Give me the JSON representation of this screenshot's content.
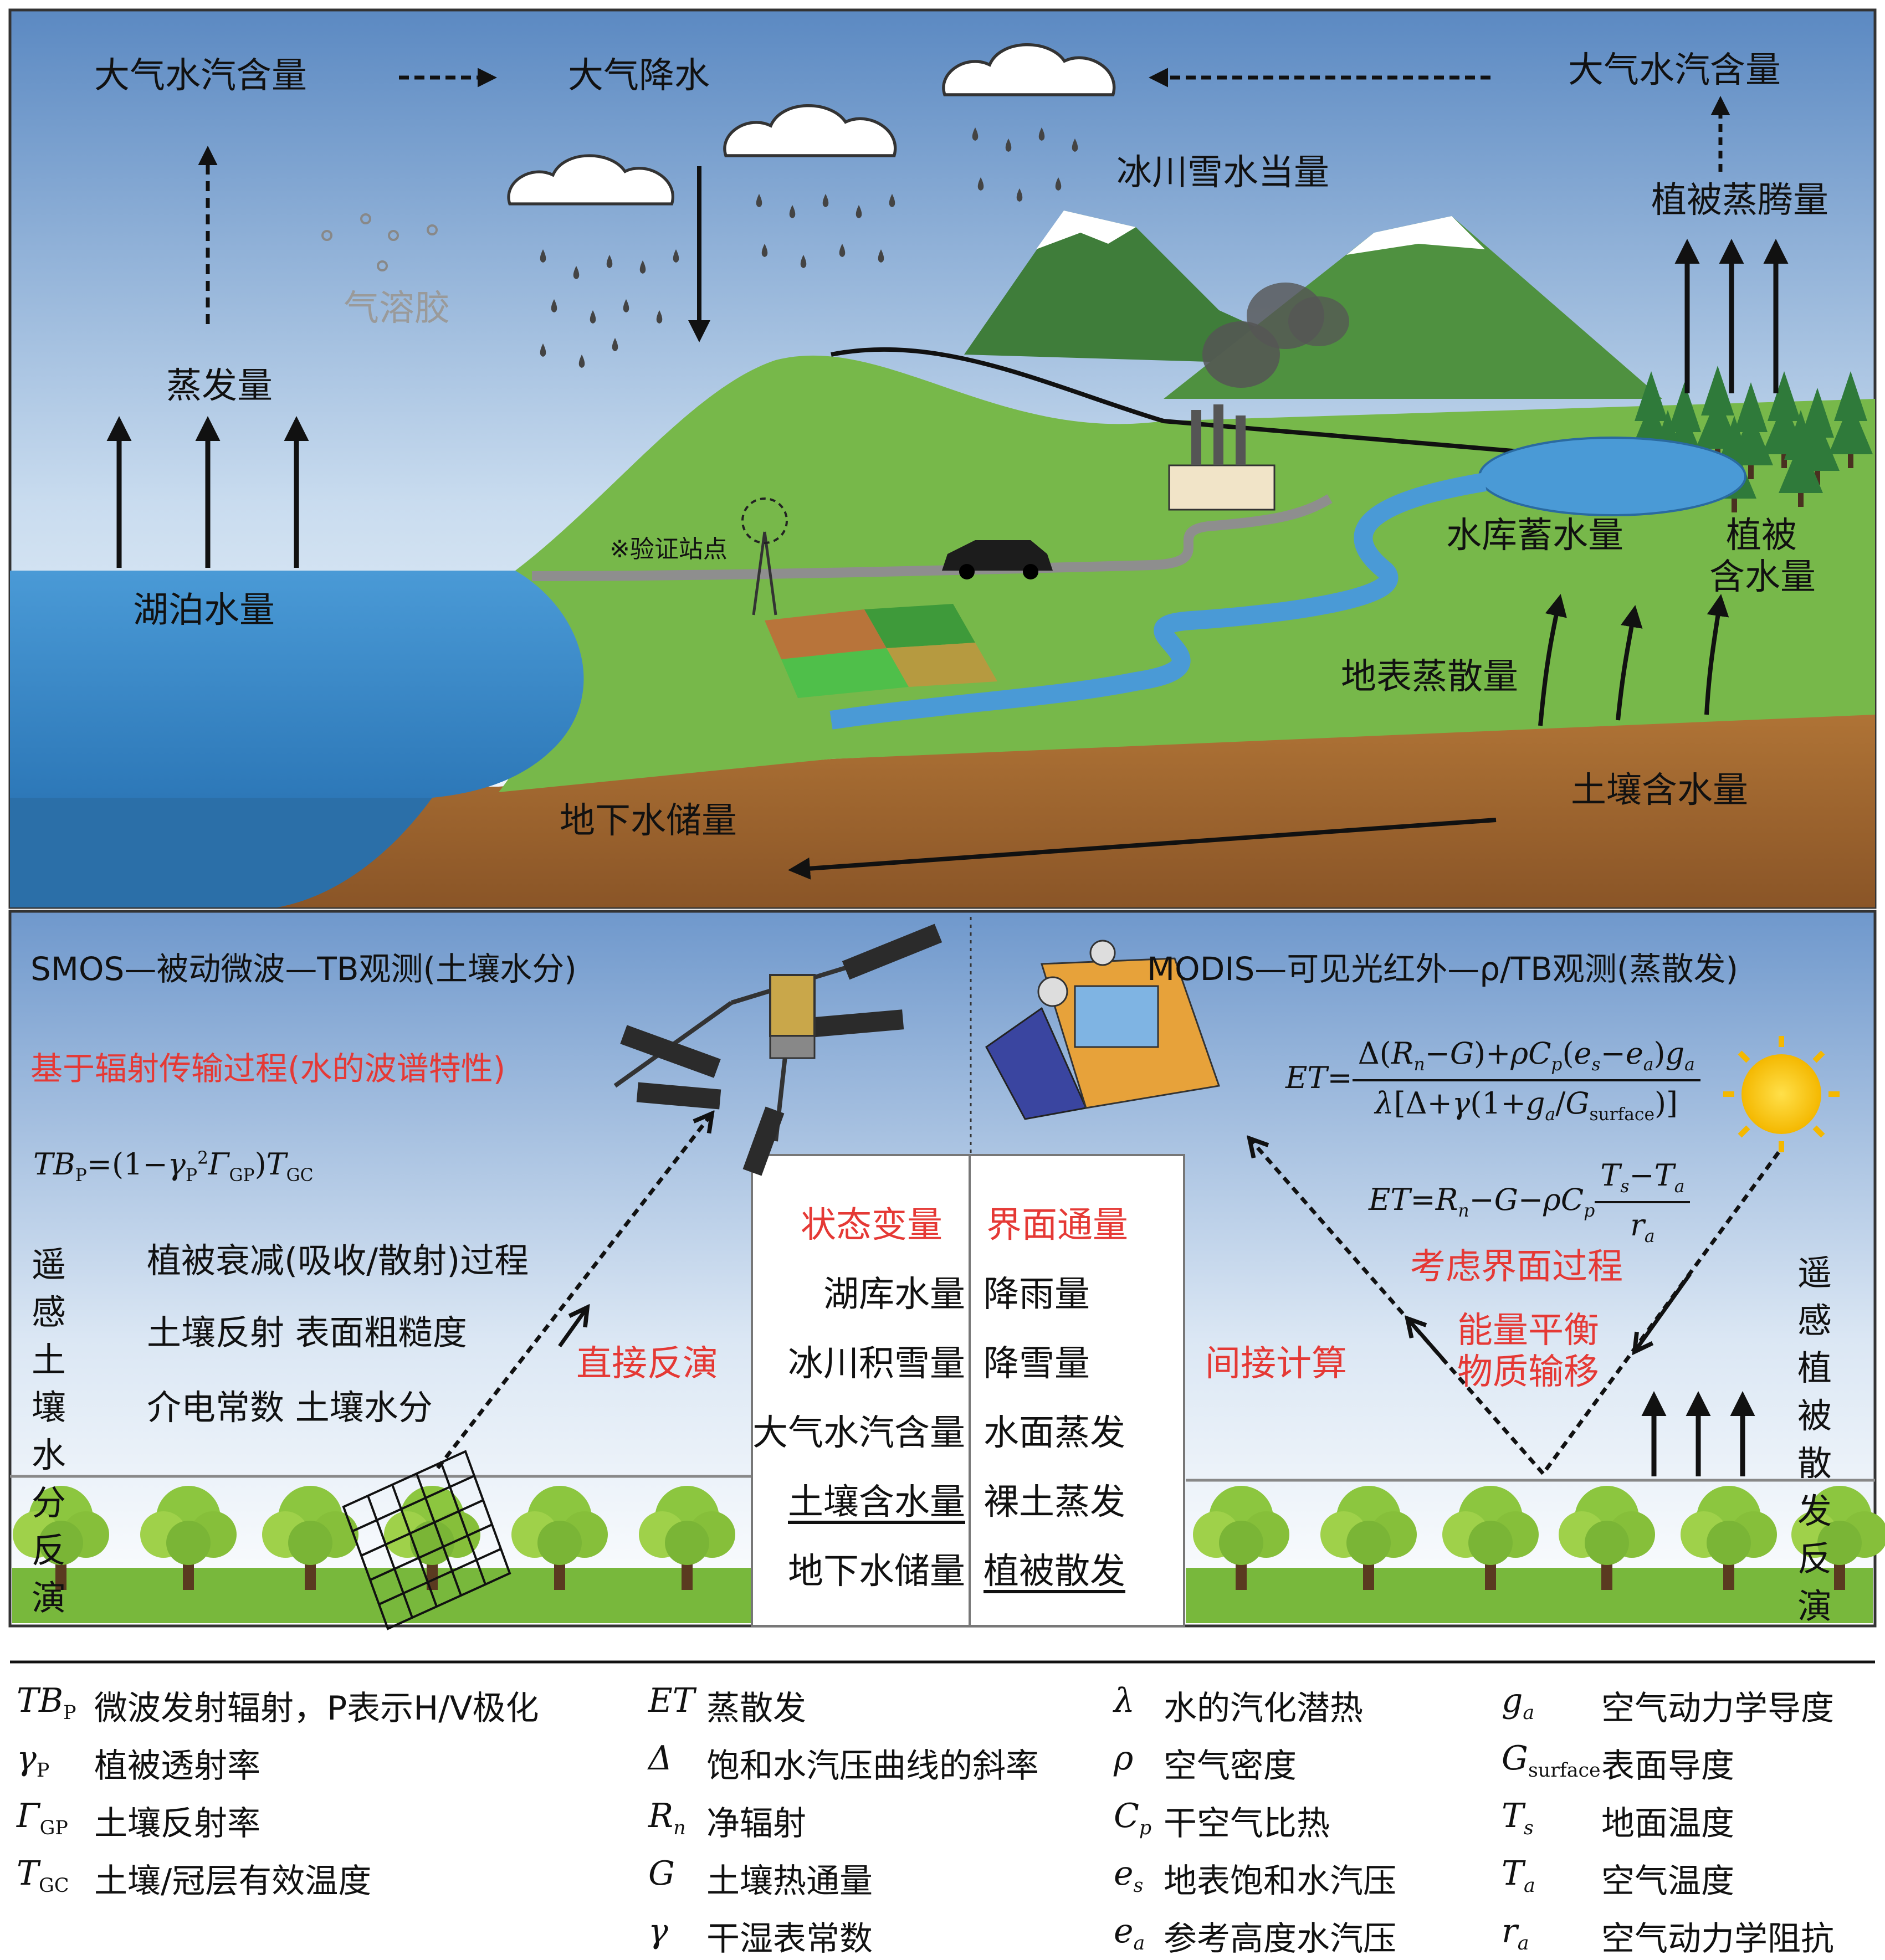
{
  "top": {
    "atm_vapor_left": "大气水汽含量",
    "precip": "大气降水",
    "atm_vapor_right": "大气水汽含量",
    "glacier": "冰川雪水当量",
    "aerosol": "气溶胶",
    "evaporation": "蒸发量",
    "veg_transp": "植被蒸腾量",
    "lake": "湖泊水量",
    "station": "※验证站点",
    "reservoir": "水库蓄水量",
    "veg_water_1": "植被",
    "veg_water_2": "含水量",
    "surface_et": "地表蒸散量",
    "soil_moisture": "土壤含水量",
    "groundwater": "地下水储量"
  },
  "left": {
    "title": "SMOS—被动微波—TB观测(土壤水分)",
    "subtitle": "基于辐射传输过程(水的波谱特性)",
    "formula": "TB_P=(1−γ_P^2 Γ_GP)T_GC",
    "vert": "遥感土壤水分反演",
    "process1": "植被衰减(吸收/散射)过程",
    "process2": "土壤反射  表面粗糙度",
    "process3": "介电常数  土壤水分",
    "direct": "直接反演"
  },
  "center": {
    "col1_header": "状态变量",
    "col2_header": "界面通量",
    "col1": [
      "湖库水量",
      "冰川积雪量",
      "大气水汽含量",
      "土壤含水量",
      "地下水储量"
    ],
    "col2": [
      "降雨量",
      "降雪量",
      "水面蒸发",
      "裸土蒸发",
      "植被散发"
    ]
  },
  "right": {
    "title": "MODIS—可见光红外—ρ/TB观测(蒸散发)",
    "formula1": "ET=[Δ(Rn−G)+ρCp(es−ea)ga]/[λ[Δ+γ(1+ga/Gsurface)]]",
    "formula2": "ET=Rn−G−ρCp(Ts−Ta)/ra",
    "interface": "考虑界面过程",
    "energy": "能量平衡",
    "mass": "物质输移",
    "indirect": "间接计算",
    "vert": "遥感植被散发反演"
  },
  "legend": [
    {
      "sym": "TB",
      "sub": "P",
      "desc": "微波发射辐射，P表示H/V极化"
    },
    {
      "sym": "γ",
      "sub": "P",
      "desc": "植被透射率"
    },
    {
      "sym": "Γ",
      "sub": "GP",
      "desc": "土壤反射率"
    },
    {
      "sym": "T",
      "sub": "GC",
      "desc": "土壤/冠层有效温度"
    },
    {
      "sym": "ET",
      "sub": "",
      "desc": "蒸散发"
    },
    {
      "sym": "Δ",
      "sub": "",
      "desc": "饱和水汽压曲线的斜率"
    },
    {
      "sym": "R",
      "sub": "n",
      "desc": "净辐射"
    },
    {
      "sym": "G",
      "sub": "",
      "desc": "土壤热通量"
    },
    {
      "sym": "γ",
      "sub": "",
      "desc": "干湿表常数"
    },
    {
      "sym": "λ",
      "sub": "",
      "desc": "水的汽化潜热"
    },
    {
      "sym": "ρ",
      "sub": "",
      "desc": "空气密度"
    },
    {
      "sym": "C",
      "sub": "p",
      "desc": "干空气比热"
    },
    {
      "sym": "e",
      "sub": "s",
      "desc": "地表饱和水汽压"
    },
    {
      "sym": "e",
      "sub": "a",
      "desc": "参考高度水汽压"
    },
    {
      "sym": "g",
      "sub": "a",
      "desc": "空气动力学导度"
    },
    {
      "sym": "G",
      "sub": "surface",
      "desc": "表面导度"
    },
    {
      "sym": "T",
      "sub": "s",
      "desc": "地面温度"
    },
    {
      "sym": "T",
      "sub": "a",
      "desc": "空气温度"
    },
    {
      "sym": "r",
      "sub": "a",
      "desc": "空气动力学阻抗"
    }
  ],
  "colors": {
    "sky_top": "#5b89c2",
    "water": "#3d8fd0",
    "grass": "#77b84a",
    "soil": "#9a6230",
    "red_text": "#e53935"
  }
}
